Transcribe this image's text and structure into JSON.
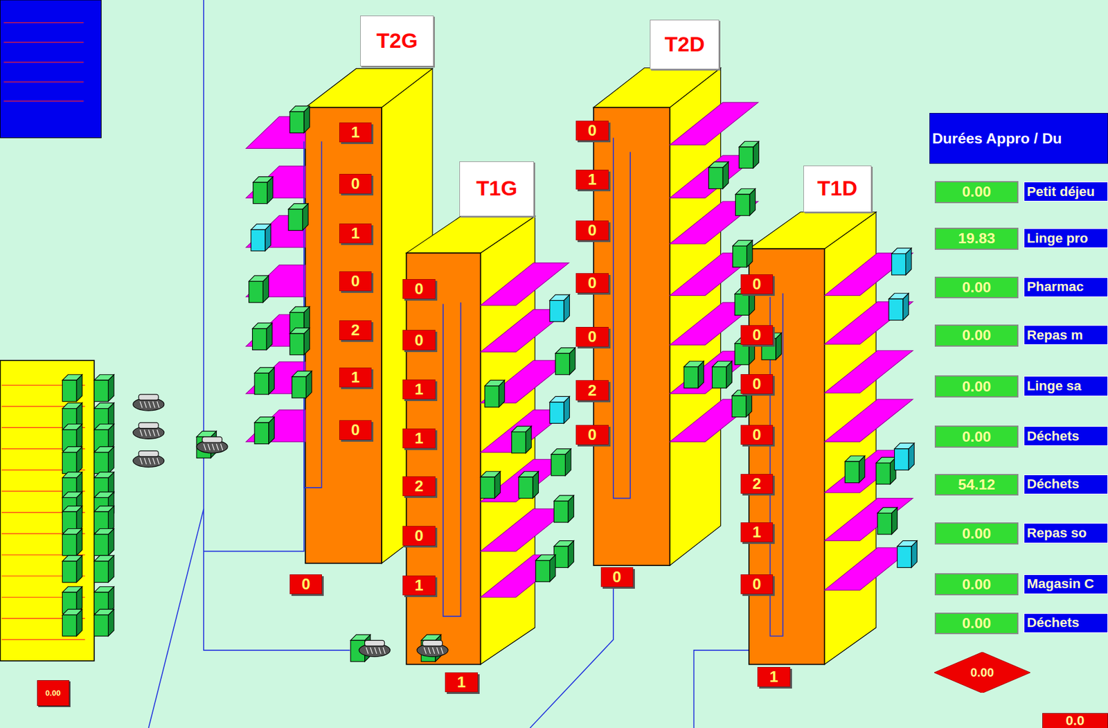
{
  "diagram": {
    "nodes": [
      {
        "text": [
          "T2G"
        ]
      },
      {
        "text": [
          "T2D"
        ]
      },
      {
        "text": [
          "T1G"
        ]
      },
      {
        "text": [
          "T1D"
        ]
      },
      {
        "text": [
          "1"
        ]
      },
      {
        "text": [
          "0"
        ]
      },
      {
        "text": [
          "1"
        ]
      },
      {
        "text": [
          "0"
        ]
      },
      {
        "text": [
          "2"
        ]
      },
      {
        "text": [
          "1"
        ]
      },
      {
        "text": [
          "0"
        ]
      },
      {
        "text": [
          "0"
        ]
      },
      {
        "text": [
          "0"
        ]
      },
      {
        "text": [
          "0"
        ]
      },
      {
        "text": [
          "1"
        ]
      },
      {
        "text": [
          "1"
        ]
      },
      {
        "text": [
          "2"
        ]
      },
      {
        "text": [
          "0"
        ]
      },
      {
        "text": [
          "1"
        ]
      },
      {
        "text": [
          "1"
        ]
      },
      {
        "text": [
          "0"
        ]
      },
      {
        "text": [
          "1"
        ]
      },
      {
        "text": [
          "0"
        ]
      },
      {
        "text": [
          "0"
        ]
      },
      {
        "text": [
          "0"
        ]
      },
      {
        "text": [
          "2"
        ]
      },
      {
        "text": [
          "0"
        ]
      },
      {
        "text": [
          "0"
        ]
      },
      {
        "text": [
          "0"
        ]
      },
      {
        "text": [
          "0"
        ]
      },
      {
        "text": [
          "0"
        ]
      },
      {
        "text": [
          "0"
        ]
      },
      {
        "text": [
          "2"
        ]
      },
      {
        "text": [
          "1"
        ]
      },
      {
        "text": [
          "0"
        ]
      },
      {
        "text": [
          "1"
        ]
      },
      {
        "text": [
          "Durées Appro / Du"
        ]
      },
      {
        "text": [
          "0.00"
        ]
      },
      {
        "text": [
          "Petit déjeu"
        ]
      },
      {
        "text": [
          "19.83"
        ]
      },
      {
        "text": [
          "Linge pro"
        ]
      },
      {
        "text": [
          "0.00"
        ]
      },
      {
        "text": [
          "Pharmac"
        ]
      },
      {
        "text": [
          "0.00"
        ]
      },
      {
        "text": [
          "Repas m"
        ]
      },
      {
        "text": [
          "0.00"
        ]
      },
      {
        "text": [
          "Linge sa"
        ]
      },
      {
        "text": [
          "0.00"
        ]
      },
      {
        "text": [
          "Déchets"
        ]
      },
      {
        "text": [
          "54.12"
        ]
      },
      {
        "text": [
          "Déchets"
        ]
      },
      {
        "text": [
          "0.00"
        ]
      },
      {
        "text": [
          "Repas so"
        ]
      },
      {
        "text": [
          "0.00"
        ]
      },
      {
        "text": [
          "Magasin C"
        ]
      },
      {
        "text": [
          "0.00"
        ]
      },
      {
        "text": [
          "Déchets"
        ]
      },
      {
        "text": [
          "0.00"
        ]
      },
      {
        "text": [
          "0.00"
        ]
      },
      {
        "text": [
          "0.0"
        ]
      }
    ]
  }
}
